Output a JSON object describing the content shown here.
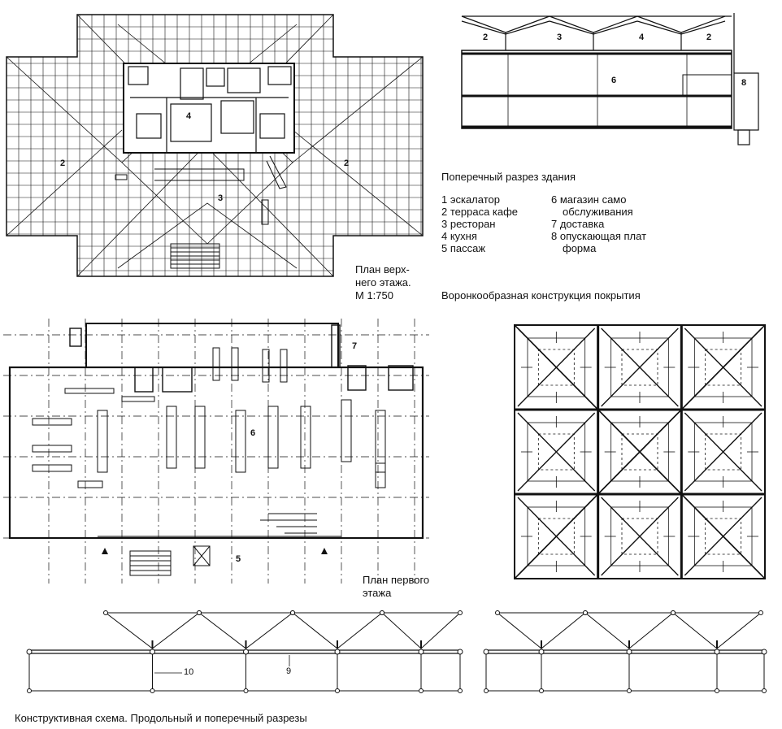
{
  "plans": {
    "upper_floor_caption": [
      "План верх-",
      "него этажа.",
      "М 1:750"
    ],
    "ground_floor_caption": [
      "План первого",
      "этажа"
    ]
  },
  "section": {
    "caption": "Поперечный разрез здания",
    "roof_labels": [
      "2",
      "3",
      "4",
      "2"
    ],
    "space_labels": [
      "6",
      "8"
    ]
  },
  "upper_plan_labels": [
    "4",
    "2",
    "2",
    "3"
  ],
  "ground_plan_labels": [
    "7",
    "6",
    "5"
  ],
  "legend": {
    "left": [
      "1 эскалатор",
      "2 терраса кафе",
      "3 ресторан",
      "4 кухня",
      "5 пассаж"
    ],
    "right": [
      "6 магазин само",
      "обслуживания",
      "7 доставка",
      "8 опускающая плат",
      "форма"
    ]
  },
  "roof_caption": "Воронкообразная конструкция  покрытия",
  "structure": {
    "caption": "Конструктивная схема. Продольный и поперечный  разрезы",
    "labels": [
      "10",
      "9"
    ]
  }
}
